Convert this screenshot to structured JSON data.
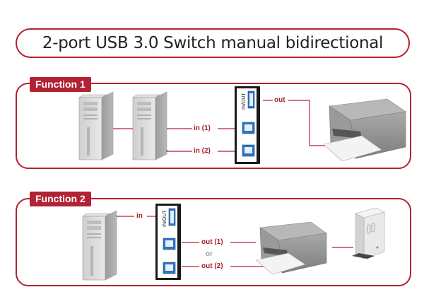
{
  "title": "2-port USB 3.0 Switch manual bidirectional",
  "function1": {
    "label": "Function 1",
    "in1": "in (1)",
    "in2": "in (2)",
    "out": "out",
    "port_inout": "IN/OUT",
    "port1": "1",
    "port2": "2"
  },
  "function2": {
    "label": "Function 2",
    "in": "in",
    "out1": "out (1)",
    "or": "or",
    "out2": "out (2)",
    "port_inout": "IN/OUT",
    "port1": "1",
    "port2": "2"
  },
  "colors": {
    "accent": "#b22234",
    "device": "#1a1a1a",
    "usb": "#2f74c0"
  }
}
